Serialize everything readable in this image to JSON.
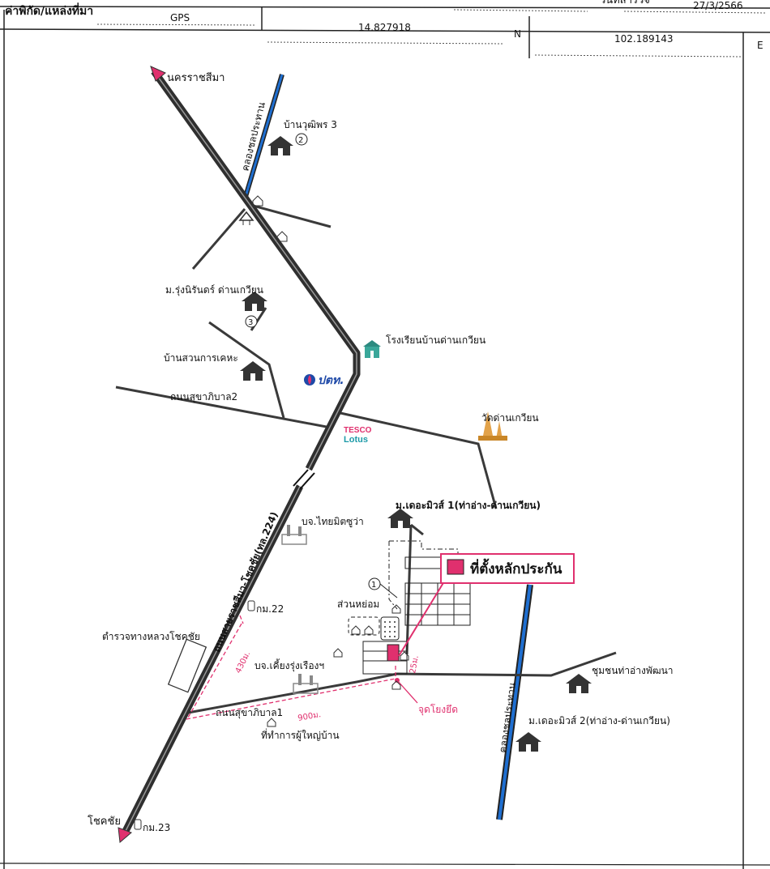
{
  "header": {
    "top_left_fragment": "",
    "top_right_label": "วันที่สำรวจ",
    "survey_date": "27/3/2566",
    "coord_label": "ค่าพิกัด/แหล่งที่มา",
    "source": "GPS",
    "latitude": "14.827918",
    "lat_suffix": "N",
    "longitude": "102.189143",
    "lon_suffix": "E"
  },
  "places": {
    "nakhon_ratchasima": "นครราชสีมา",
    "chok_chai": "โชคชัย",
    "ban_wutiphon": "บ้านวุฒิพร 3",
    "khlong_top": "คลองชลประทาน",
    "khlong_bottom": "คลองชลประทาน",
    "rung_nirun": "ม.รุ่งนิรันดร์ ด่านเกวียน",
    "ban_suan": "บ้านสวนการเคหะ",
    "school": "โรงเรียนบ้านด่านเกวียน",
    "ptt": "ปตท.",
    "road_sukhaphiban2": "ถนนสุขาภิบาล2",
    "temple": "วัดด่านเกวียน",
    "tesco": "TESCO",
    "lotus": "Lotus",
    "the_miracle1": "ม.เดอะมิวส์ 1(ท่าอ่าง-ด่านเกวียน)",
    "thai_mitsu": "บจ.ไทยมิตซูว่า",
    "main_road": "ถนนสายราชสีมา-โชคชัย(ทล.224)",
    "km22": "กม.22",
    "km23": "กม.23",
    "highway_police": "ตำรวจทางหลวงโชคชัย",
    "suan_yom": "ส่วนหย่อม",
    "kiang_rung": "บจ.เคี้ยงรุ่งเรืองฯ",
    "road_sukhaphiban1": "ถนนสุขาภิบาล1",
    "headman_office": "ที่ทำการผู้ใหญ่บ้าน",
    "community": "ชุมชนท่าอ่างพัฒนา",
    "the_miracle2": "ม.เดอะมิวส์ 2(ท่าอ่าง-ด่านเกวียน)",
    "reference_point": "จุดโยงยึด",
    "collateral": "ที่ตั้งหลักประกัน"
  },
  "markers": {
    "one": "1",
    "two": "2",
    "three": "3"
  },
  "distances": {
    "d430": "430ม.",
    "d900": "900ม.",
    "d25": "25ม."
  },
  "colors": {
    "road": "#3b3b3b",
    "canal": "#1f6fd1",
    "pink": "#e0306e",
    "collateral": "#e0306e"
  }
}
